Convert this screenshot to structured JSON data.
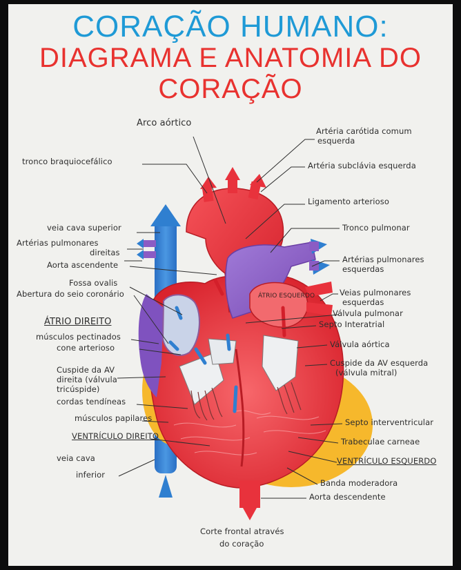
{
  "title": "CORAÇÃO HUMANO:",
  "subtitle": "DIAGRAMA E ANATOMIA DO CORAÇÃO",
  "heart_label": "ÁTRIO ESQUERDO",
  "caption": [
    "Corte frontal através",
    "do coração"
  ],
  "labels_left": {
    "tronco_braquiocefalico": "tronco braquiocefálico",
    "veia_cava_superior": "veia cava superior",
    "arterias_pulmonares_direitas": [
      "Artérias pulmonares",
      "direitas"
    ],
    "aorta_ascendente": "Aorta ascendente",
    "fossa_ovalis": "Fossa ovalis",
    "abertura_seio_coronario": "Abertura do seio coronário",
    "atrio_direito": "ÁTRIO DIREITO",
    "musculos_pectinados": "músculos pectinados",
    "cone_arterioso": "cone arterioso",
    "cuspide_av_direita": [
      "Cuspide da AV",
      "direita (válvula",
      "tricúspide)"
    ],
    "cordas_tendineas": "cordas tendíneas",
    "musculos_papilares": "músculos papilares",
    "ventriculo_direito": "VENTRÍCULO DIREITO",
    "veia_cava_inferior": [
      "veia cava",
      "inferior"
    ]
  },
  "labels_right": {
    "arco_aortico": "Arco aórtico",
    "arteria_carotida": [
      "Artéria carótida comum",
      "esquerda"
    ],
    "arteria_subclavia": "Artéria subclávia esquerda",
    "ligamento_arterioso": "Ligamento arterioso",
    "tronco_pulmonar": "Tronco pulmonar",
    "arterias_pulmonares_esquerdas": [
      "Artérias pulmonares",
      "esquerdas"
    ],
    "veias_pulmonares_esquerdas": [
      "Veias pulmonares",
      "esquerdas"
    ],
    "valvula_pulmonar": "Válvula pulmonar",
    "septo_interatrial": "Septo Interatrial",
    "valvula_aortica": "Válvula aórtica",
    "cuspide_av_esquerda": [
      "Cuspide da AV esquerda",
      "(válvula mitral)"
    ],
    "septo_interventricular": "Septo interventricular",
    "trabeculae_carneae": "Trabeculae carneae",
    "ventriculo_esquerdo": "VENTRÍCULO ESQUERDO",
    "banda_moderadora": "Banda moderadora",
    "aorta_descendente": "Aorta descendente"
  },
  "colors": {
    "title": "#1f9ad6",
    "subtitle": "#e8322f",
    "oxygenated": "#e8323c",
    "deoxygenated": "#2f7fd0",
    "pulmonary": "#8b5cc4",
    "fat": "#f6b82c",
    "ink": "#2e2e2e"
  }
}
